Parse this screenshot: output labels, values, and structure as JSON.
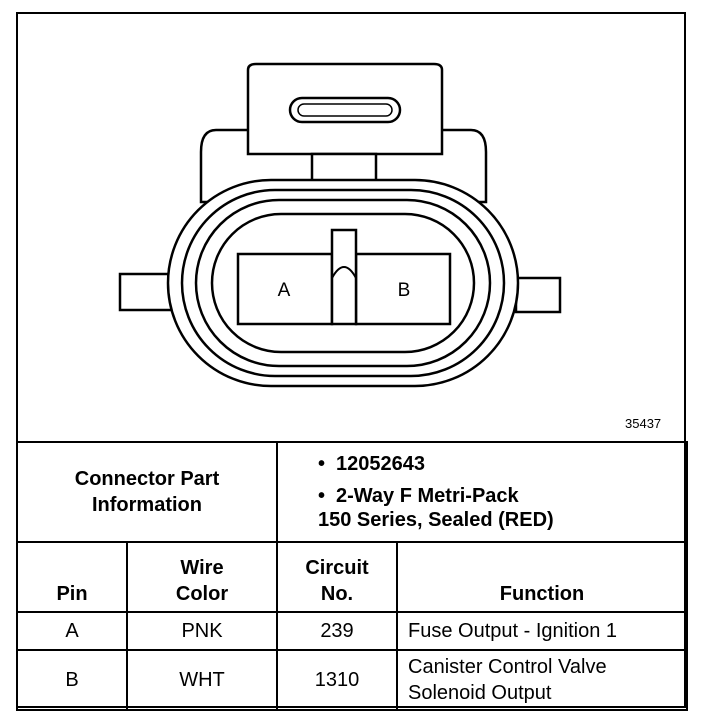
{
  "diagram": {
    "figure_number": "35437",
    "pin_labels": [
      "A",
      "B"
    ]
  },
  "connector_info": {
    "label_line1": "Connector Part",
    "label_line2": "Information",
    "part_number": "12052643",
    "description_line1": "2-Way F Metri-Pack",
    "description_line2": "150 Series, Sealed (RED)"
  },
  "pin_table": {
    "headers": {
      "pin": "Pin",
      "wire_color_line1": "Wire",
      "wire_color_line2": "Color",
      "circuit_line1": "Circuit",
      "circuit_line2": "No.",
      "function": "Function"
    },
    "rows": [
      {
        "pin": "A",
        "wire_color": "PNK",
        "circuit": "239",
        "function_line1": "Fuse Output - Ignition 1",
        "function_line2": ""
      },
      {
        "pin": "B",
        "wire_color": "WHT",
        "circuit": "1310",
        "function_line1": "Canister Control Valve",
        "function_line2": "Solenoid Output"
      }
    ]
  }
}
